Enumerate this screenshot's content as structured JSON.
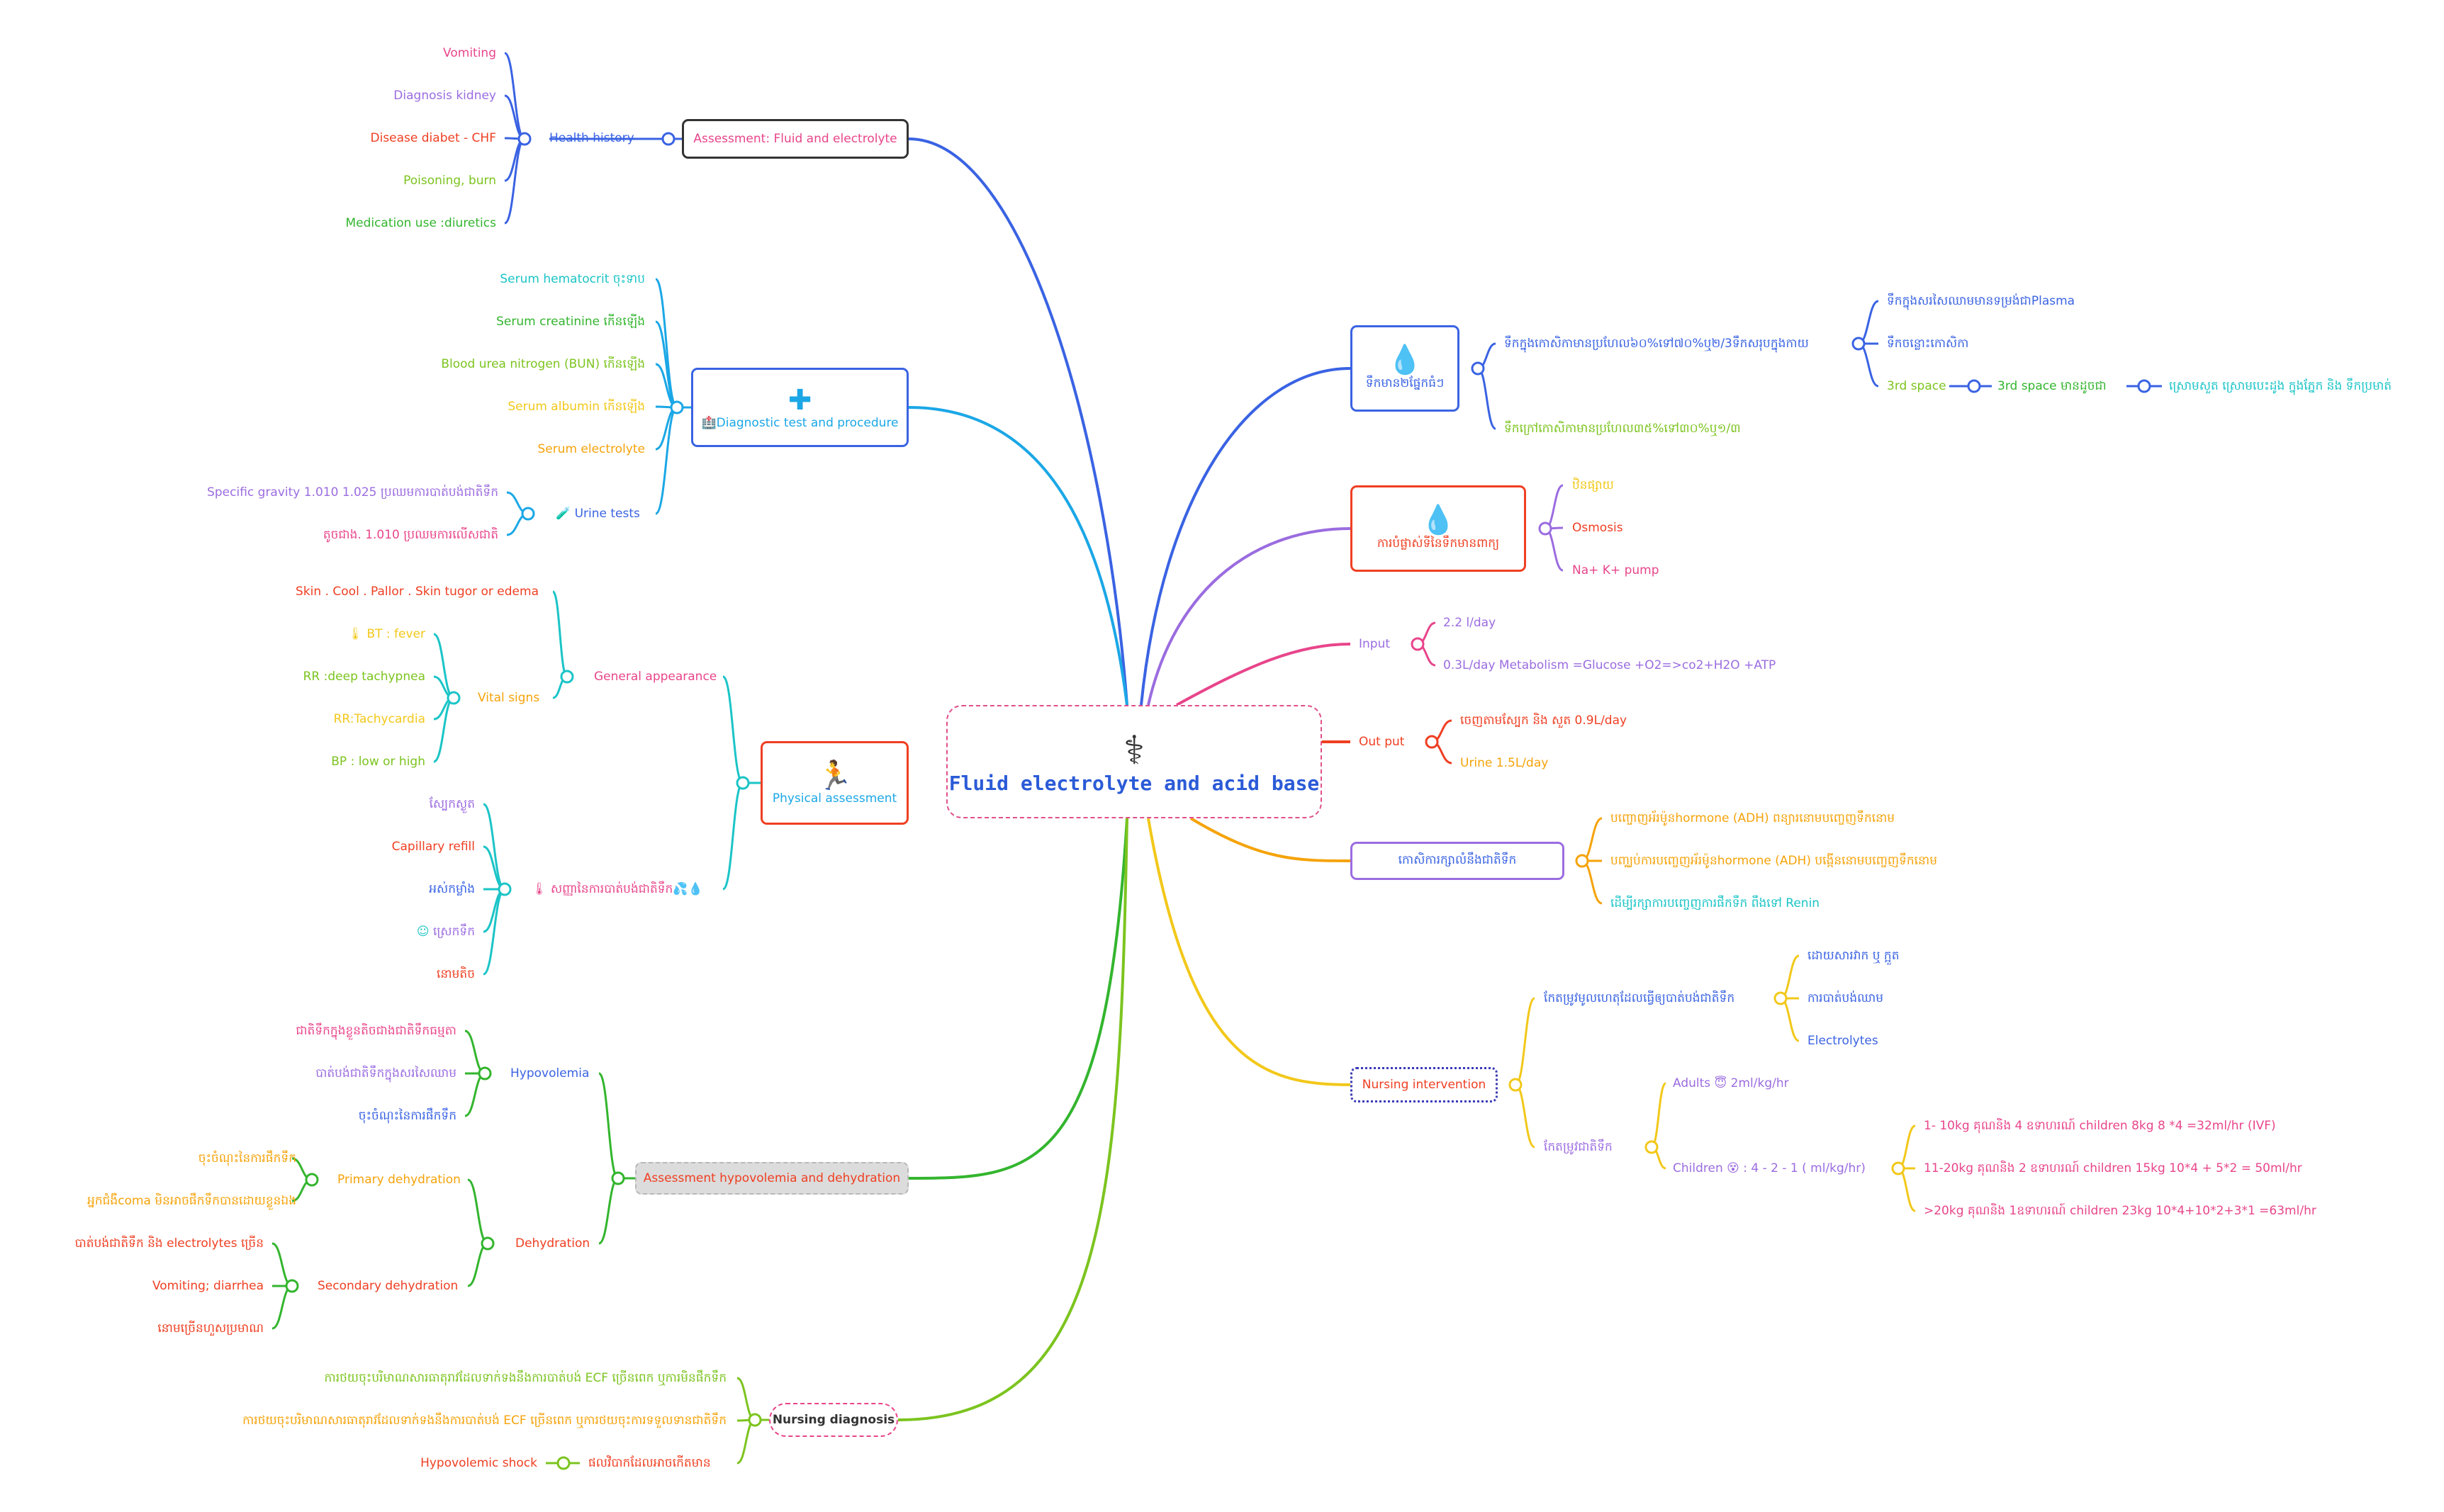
{
  "root": {
    "title": "Fluid electrolyte and acid base",
    "icon": "stethoscope-icon"
  },
  "left": {
    "assessment": {
      "title": "Assessment: Fluid and electrolyte",
      "health_history": "Health history",
      "items": [
        "Vomiting",
        "Diagnosis kidney",
        "Disease diabet - CHF",
        "Poisoning, burn",
        "Medication use :diuretics"
      ]
    },
    "diagnostic": {
      "title": "🏥Diagnostic test and procedure",
      "icon": "medical-cross-icon",
      "items": [
        "Serum hematocrit ចុះទាប",
        "Serum creatinine កើនឡើង",
        "Blood urea nitrogen (BUN) កើនឡើង",
        "Serum albumin កើនឡើង",
        "Serum electrolyte"
      ],
      "urine_tests": "Urine tests",
      "urine_items": [
        "Specific gravity  1.010  1.025 ប្រឈមការបាត់បង់ជាតិទឹក",
        "តូចជាង. 1.010 ប្រឈមការលើសជាតិ"
      ]
    },
    "physical": {
      "title": "Physical assessment",
      "icon": "person-icon",
      "general": "General appearance",
      "skin": "Skin . Cool . Pallor . Skin tugor or edema",
      "vital": "Vital signs",
      "vital_items": [
        "BT : fever",
        "RR :deep tachypnea",
        "RR:Tachycardia",
        "BP : low or high"
      ],
      "signs": "សញ្ញានៃការបាត់បង់ជាតិទឹក💦💧",
      "signs_items": [
        "ស្បែកស្ងួត",
        "Capillary refill",
        "អស់កម្លាំង",
        "ស្រេកទឹក",
        "នោមតិច"
      ]
    },
    "hypo": {
      "title": "Assessment hypovolemia and dehydration",
      "hypovolemia": "Hypovolemia",
      "hypovolemia_items": [
        "ជាតិទឹកក្នុងខ្លួនតិចជាងជាតិទឹកធម្មតា",
        "បាត់បង់ជាតិទឹកក្នុងសរសៃឈាម",
        "ចុះចំណុះនៃការផឹកទឹក"
      ],
      "dehydration": "Dehydration",
      "primary": "Primary dehydration",
      "primary_items": [
        "ចុះចំណុះនៃការផឹកទឹក",
        "អ្នកជំងឺcoma មិនអាចផឹកទឹកបានដោយខ្លួនឯង"
      ],
      "secondary": "Secondary dehydration",
      "secondary_items": [
        "បាត់បង់ជាតិទឹក និង electrolytes ច្រើន",
        "Vomiting; diarrhea",
        "នោមច្រើនហួសប្រមាណ"
      ]
    },
    "nursing_dx": {
      "title": "Nursing diagnosis",
      "items": [
        "ការថយចុះបរិមាណសារធាតុរាវដែលទាក់ទងនឹងការបាត់បង់ ECF ច្រើនពេក ឬការមិនផឹកទឹក",
        "ការថយចុះបរិមាណសារធាតុរាវដែលទាក់ទងនឹងការបាត់បង់ ECF ច្រើនពេក ឬការថយចុះការទទួលទានជាតិទឹក"
      ],
      "shock": "Hypovolemic shock",
      "shock_cause": "ផលវិបាកដែលអាចកើតមាន"
    }
  },
  "right": {
    "fluid": {
      "title": "ទឹកមាន២ផ្នែកធំៗ",
      "icon": "water-drop-icon",
      "intra": "ទឹកក្នុងកោសិកាមានប្រហែល៦០%ទៅ៧០%ឬ២/3ទឹកសរុបក្នុងកាយ",
      "intra_items": [
        "ទឹកក្នុងសរសៃឈាមមានទម្រង់ជាPlasma",
        "ទឹកចន្លោះកោសិកា",
        "3rd space"
      ],
      "third_space": "3rd space មានដូចជា",
      "third_space_detail": "ស្រោមសួត ស្រោមបេះដូង ក្នុងភ្នែក និង ទឹកប្រមាត់",
      "extra": "ទឹកក្រៅកោសិកាមានប្រហែល៣៥%ទៅ៣០%ឬ១/៣"
    },
    "movement": {
      "title": "ការបំផ្លាស់ទីនៃទឹកមានពាក្យ",
      "icon": "water-drop-outline-icon",
      "items": [
        "ឋិនផ្សាយ",
        "Osmosis",
        "Na+ K+ pump"
      ]
    },
    "input": {
      "label": "Input",
      "items": [
        "2.2 l/day",
        "0.3L/day   Metabolism =Glucose +O2=>co2+H2O +ATP"
      ]
    },
    "output": {
      "label": "Out put",
      "items": [
        "ចេញតាមស្បែក និង សួត 0.9L/day",
        "Urine 1.5L/day"
      ]
    },
    "regulation": {
      "title": "កោសិការក្សាលំនឹងជាតិទឹក",
      "items": [
        "បញ្ចោញអ័រម៉ូនhormone (ADH) ពន្យារនោមបញ្ចេញទឹកនោម",
        "បញ្ឈប់ការបញ្ចេញអ័រម៉ូនhormone (ADH) បង្កើននោមបញ្ចេញទឹកនោម",
        "ដើម្បីរក្សាការបញ្ចេញការផឹកទឹក ពឹងទៅ Renin"
      ]
    },
    "intervention": {
      "title": "Nursing intervention",
      "cause": "កែតម្រូវមូលហេតុដែលធ្វើឲ្យបាត់បង់ជាតិទឹក",
      "cause_items": [
        "ដោយសារវាក ឬ ក្អួត",
        "ការបាត់បង់ឈាម",
        "Electrolytes"
      ],
      "replace": "កែតម្រូវជាតិទឹក",
      "adults": "Adults 😇 2ml/kg/hr",
      "children": "Children 😵 : 4 - 2 - 1 ( ml/kg/hr)",
      "children_items": [
        "1- 10kg គុណនិង 4  ឧទាហរណ៍ children 8kg 8 *4 =32ml/hr (IVF)",
        "11-20kg គុណនិង 2 ឧទាហរណ៍ children 15kg  10*4 + 5*2 = 50ml/hr",
        ">20kg  គុណនិង 1ឧទាហរណ៍ children 23kg 10*4+10*2+3*1 =63ml/hr"
      ]
    }
  },
  "colors": {
    "blue": "#3a63e3",
    "sky": "#1ba7e6",
    "cyan": "#1bc4c7",
    "green": "#33b52e",
    "lime": "#7cc41f",
    "purple": "#9b6ce0",
    "pink": "#e8458b",
    "red": "#ef3f22",
    "orange": "#f5a30a",
    "yellow": "#f2c81a",
    "teal": "#22c9bd"
  }
}
